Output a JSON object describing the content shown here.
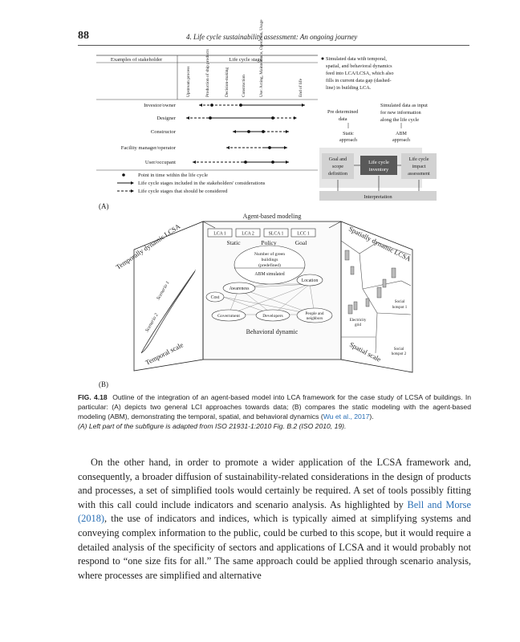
{
  "page_number": "88",
  "running_head": "4. Life cycle sustainability assessment: An ongoing journey",
  "panelA": {
    "header_left": "Examples of stakeholder",
    "header_right": "Life cycle stage",
    "stages": [
      "Upstream process",
      "Production of ship products",
      "Decision-making",
      "Construction",
      "Use: Acting, Maintenance, Operation, Usage",
      "End of life"
    ],
    "stakeholders": [
      "Investor/owner",
      "Designer",
      "Constructor",
      "Facility manager/operator",
      "User/occupant"
    ],
    "legend": [
      "Point in time within the life cycle",
      "Life cycle stages included in the stakeholders' considerations",
      "Life cycle stages that should be considered"
    ],
    "flow_note": "Simulated data with temporal, spatial, and behavioral dynamics feed into LCA/LCSA, which also fills in current data gap (dashed-line) in building LCA.",
    "predetermined": "Pre determined data",
    "simulated_input": "Simulated data as input for new information along the life cycle",
    "static_approach": "Static approach",
    "abm_approach": "ABM approach",
    "goal_scope": "Goal and scope definition",
    "inventory": "Life cycle inventory",
    "impact": "Life cycle impact assessment",
    "interpretation": "Interpretation",
    "label": "(A)"
  },
  "panelB": {
    "title": "Agent-based modeling",
    "lca_boxes": [
      "LCA 1",
      "LCA 2",
      "SLCA 1",
      "LCC 1"
    ],
    "dims": [
      "Static",
      "Policy",
      "Goal"
    ],
    "nodes": [
      "Number of green buildings (predefined)",
      "ABM simulated",
      "Awareness",
      "Location",
      "Cost",
      "Government",
      "Developers",
      "People and neighbors"
    ],
    "behavioral": "Behavioral dynamic",
    "temporal_title": "Temporally dynamic LCSA",
    "scenario1": "Scenario 1",
    "scenario2": "Scenario 2",
    "temporal_scale": "Temporal scale",
    "spatial_title": "Spatially dynamic LCSA",
    "electricity_grid": "Electricity grid",
    "social_hotspot1": "Social hotspot 1",
    "social_hotspot2": "Social hotspot 2",
    "spatial_scale": "Spatial scale",
    "label": "(B)"
  },
  "caption": {
    "figno": "FIG. 4.18",
    "text": "Outline of the integration of an agent-based model into LCA framework for the case study of LCSA of buildings. In particular: (A) depicts two general LCI approaches towards data; (B) compares the static modeling with the agent-based modeling (ABM), demonstrating the temporal, spatial, and behavioral dynamics (",
    "ref": "Wu et al., 2017",
    "end": ").",
    "note": "(A) Left part of the subfigure is adapted from ISO 21931-1:2010 Fig. B.2 (ISO 2010, 19)."
  },
  "body": {
    "p1_a": "On the other hand, in order to promote a wider application of the LCSA framework and, consequently, a broader diffusion of sustainability-related considerations in the design of products and processes, a set of simplified tools would certainly be required. A set of tools possibly fitting with this call could include indicators and scenario analysis. As highlighted by ",
    "p1_ref": "Bell and Morse (2018)",
    "p1_b": ", the use of indicators and indices, which is typically aimed at simplifying systems and conveying complex information to the public, could be curbed to this scope, but it would require a detailed analysis of the specificity of sectors and applications of LCSA and it would probably not respond to “one size fits for all.” The same approach could be applied through scenario analysis, where processes are simplified and alternative"
  },
  "colors": {
    "link": "#2a6fb5",
    "inventory_box": "#555555",
    "panel_box": "#d8d8d8"
  }
}
